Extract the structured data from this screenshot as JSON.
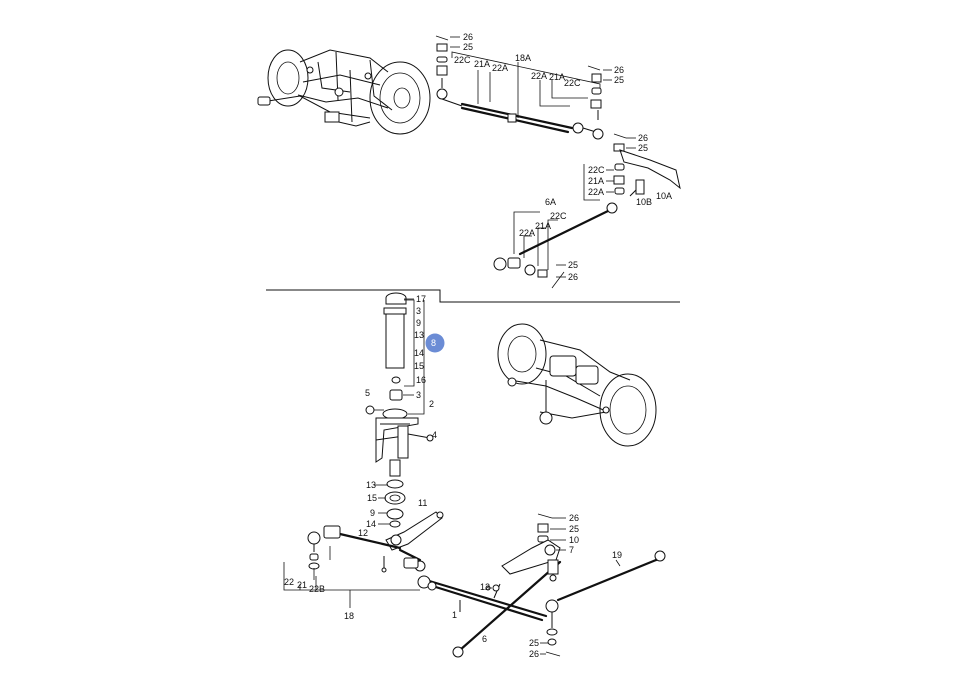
{
  "callouts": {
    "top": {
      "c26a": "26",
      "c25a": "25",
      "c22Ca": "22C",
      "c21Aa": "21A",
      "c22Aa": "22A",
      "c18A": "18A",
      "c22Ab": "22A",
      "c21Ab": "21A",
      "c22Cb": "22C",
      "c26b": "26",
      "c25b": "25",
      "c26c": "26",
      "c25c": "25",
      "c22Cc": "22C",
      "c21Ac": "21A",
      "c22Ac": "22A",
      "c10B": "10B",
      "c10A": "10A",
      "c6A": "6A",
      "c22Cd": "22C",
      "c21Ad": "21A",
      "c22Ad": "22A",
      "c25d": "25",
      "c26d": "26"
    },
    "strut": {
      "c17": "17",
      "c3a": "3",
      "c9a": "9",
      "c13a": "13",
      "c8": "8",
      "c14a": "14",
      "c15a": "15",
      "c16": "16",
      "c3b": "3",
      "c5": "5",
      "c2": "2",
      "c4": "4"
    },
    "bottom": {
      "c13b": "13",
      "c15b": "15",
      "c9b": "9",
      "c14b": "14",
      "c11": "11",
      "c12a": "12",
      "c26e": "26",
      "c25e": "25",
      "c10": "10",
      "c7": "7",
      "c19": "19",
      "c22": "22",
      "c21": "21",
      "c22B": "22B",
      "c18": "18",
      "c12b": "12",
      "c1": "1",
      "c6": "6",
      "c25f": "25",
      "c26f": "26"
    }
  },
  "colors": {
    "line": "#111111",
    "highlight": "#5b7fd0",
    "highlight_text": "#ffffff"
  }
}
